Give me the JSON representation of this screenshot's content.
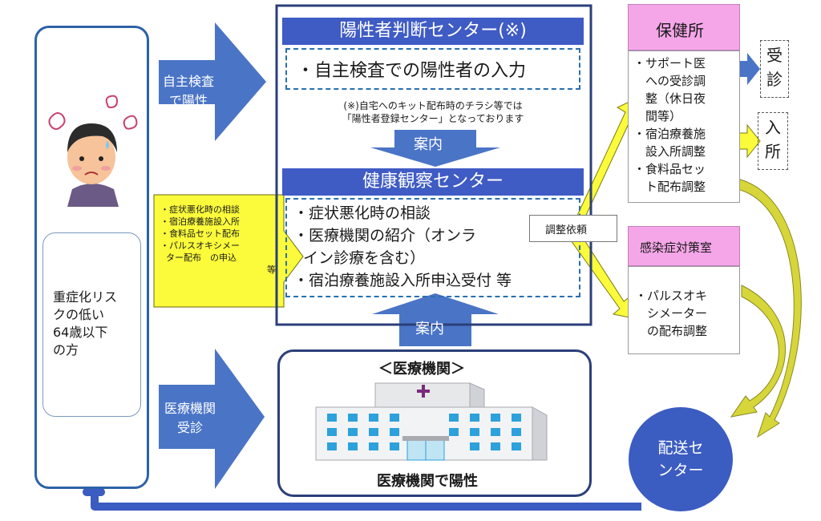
{
  "person_box": {
    "description_lines": [
      "重症化リス",
      "クの低い",
      "64歳以下",
      "の方"
    ]
  },
  "arrows": {
    "self_test_lines": [
      "自主検査",
      "で陽性"
    ],
    "hospital_visit_lines": [
      "医療機関",
      "受診"
    ],
    "guide_down": "案内",
    "guide_up": "案内",
    "coordination_request": "調整依頼"
  },
  "positive_center": {
    "title": "陽性者判断センター(※)",
    "item": "・自主検査での陽性者の入力",
    "note_lines": [
      "(※)自宅へのキット配布時のチラシ等では",
      "「陽性者登録センター」となっております"
    ]
  },
  "health_center": {
    "title": "健康観察センター",
    "items": [
      "・症状悪化時の相談",
      "・医療機関の紹介（オンラ",
      "  イン診療を含む）",
      "・宿泊療養施設入所申込受付 等"
    ]
  },
  "yellow_note": {
    "lines": [
      "・症状悪化時の相談",
      "・宿泊療養施設入所",
      "・食料品セット配布",
      "・パルスオキシメー",
      "  ター配布　の申込",
      "等"
    ]
  },
  "hospital": {
    "title": "＜医療機関＞",
    "caption": "医療機関で陽性"
  },
  "health_office": {
    "title": "保健所",
    "lines": [
      "・サポート医",
      "　への受診調",
      "　整（休日夜",
      "　間等）",
      "・宿泊療養施",
      "　設入所調整",
      "・食料品セッ",
      "　ト配布調整"
    ]
  },
  "infection_office": {
    "title": "感染症対策室",
    "lines": [
      "・パルスオキ",
      "　シメーター",
      "　の配布調整"
    ]
  },
  "visit_label": [
    "受",
    "診"
  ],
  "admission_label": [
    "入",
    "所"
  ],
  "delivery_center": {
    "lines": [
      "配送セ",
      "ンター"
    ]
  },
  "colors": {
    "arrow_blue": "#4a74c6",
    "title_bar": "#3f5bc4",
    "frame_navy": "#2b3f7a",
    "yellow": "#fbfb3c",
    "pink": "#f5a6e8",
    "circle": "#3b5cc0"
  }
}
